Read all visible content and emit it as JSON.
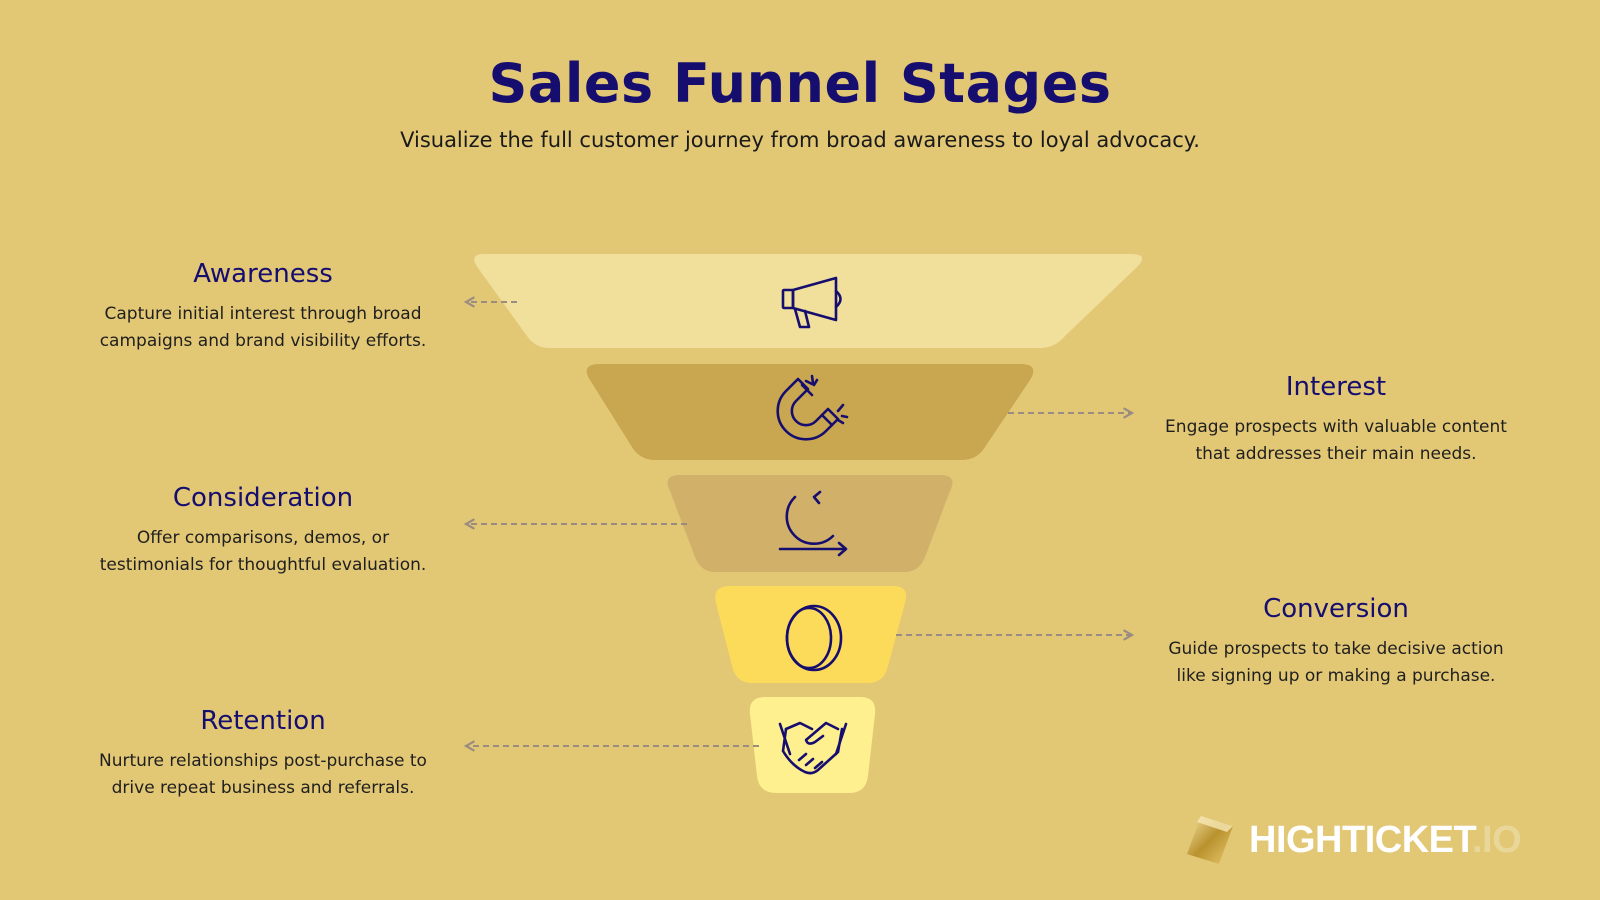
{
  "header": {
    "title": "Sales Funnel Stages",
    "subtitle": "Visualize the full customer journey from broad awareness to loyal advocacy."
  },
  "stages": [
    {
      "name": "Awareness",
      "description_line1": "Capture initial interest through broad",
      "description_line2": "campaigns and brand visibility efforts.",
      "icon": "megaphone-icon",
      "side": "left",
      "color": "#F0E09C"
    },
    {
      "name": "Interest",
      "description_line1": "Engage prospects with valuable content",
      "description_line2": "that addresses their main needs.",
      "icon": "magnet-icon",
      "side": "right",
      "color": "#C9A650"
    },
    {
      "name": "Consideration",
      "description_line1": "Offer comparisons, demos, or",
      "description_line2": "testimonials for thoughtful evaluation.",
      "icon": "cycle-arrow-icon",
      "side": "left",
      "color": "#D1B06A"
    },
    {
      "name": "Conversion",
      "description_line1": "Guide prospects to take decisive action",
      "description_line2": "like signing up or making a purchase.",
      "icon": "coin-icon",
      "side": "right",
      "color": "#FDDB5A"
    },
    {
      "name": "Retention",
      "description_line1": "Nurture relationships post-purchase to",
      "description_line2": "drive repeat business and referrals.",
      "icon": "handshake-icon",
      "side": "left",
      "color": "#FEF08E"
    }
  ],
  "logo": {
    "name": "HIGHTICKET",
    "tld": ".IO"
  },
  "colors": {
    "background": "#E2C775",
    "heading": "#160E6E",
    "connector": "#9A8C80",
    "icon_stroke": "#160E6E"
  }
}
